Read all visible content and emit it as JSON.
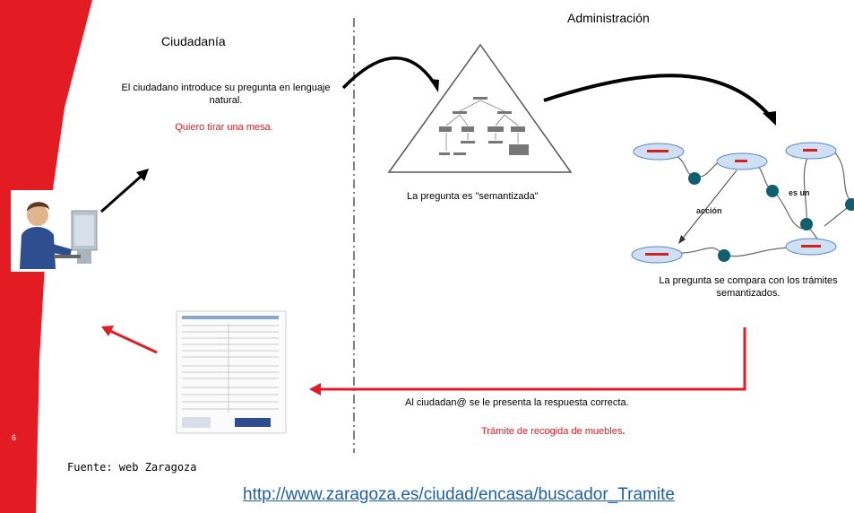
{
  "slide": {
    "number": "6",
    "citizen_heading": "Ciudadanía",
    "admin_heading": "Administración",
    "citizen_step": "El ciudadano introduce su pregunta en lenguaje natural.",
    "citizen_example": "Quiero tirar una mesa.",
    "semantized": "La pregunta es \"semantizada\"",
    "compared": "La pregunta se compara con los trámites semantizados.",
    "response": "Al ciudadan@ se le presenta la respuesta correcta.",
    "response_example": "Trámite de recogida de muebles",
    "response_example_period": ".",
    "source": "Fuente: web Zaragoza",
    "link": "http://www.zaragoza.es/ciudad/encasa/buscador_Tramite"
  },
  "graph": {
    "edge_accion": "acción",
    "edge_esun": "es un"
  },
  "colors": {
    "accent_red": "#e31b23",
    "link_blue": "#1f5fa8",
    "node_teal": "#0f5f6e",
    "ellipse_fill": "#cfe0f5"
  }
}
